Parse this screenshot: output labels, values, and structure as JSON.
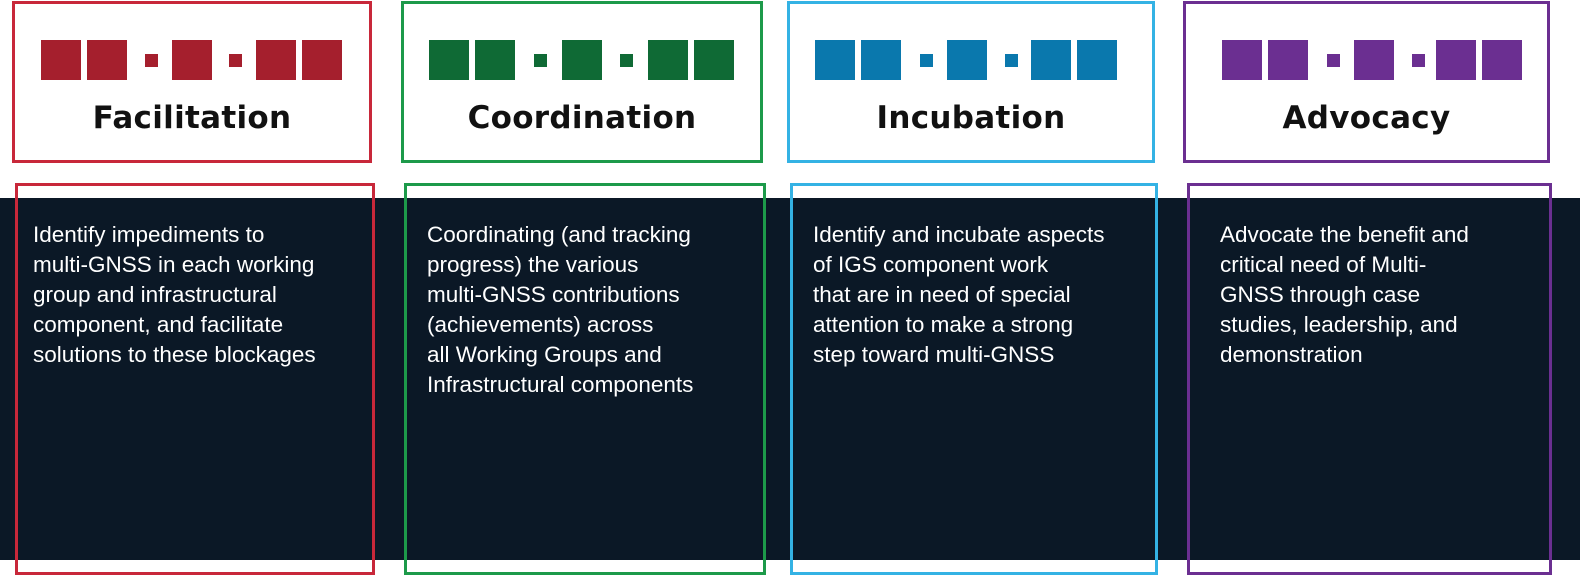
{
  "pillars": [
    {
      "title": "Facilitation",
      "color": "#a51f2d",
      "description": "Identify impediments to\nmulti-GNSS in each working\ngroup and infrastructural\ncomponent, and facilitate\nsolutions to these blockages"
    },
    {
      "title": "Coordination",
      "color": "#0f6a35",
      "frame_color": "#1d9a4a",
      "description": "Coordinating (and tracking\nprogress) the various\nmulti-GNSS contributions\n(achievements) across\nall Working Groups and\nInfrastructural components"
    },
    {
      "title": "Incubation",
      "color": "#0a78ad",
      "frame_color": "#34b2e4",
      "description": "Identify and incubate aspects\nof IGS component work\nthat are in need of special\nattention to make a strong\nstep toward multi-GNSS"
    },
    {
      "title": "Advocacy",
      "color": "#6b2f91",
      "frame_color": "#6b2f91",
      "description": "Advocate the benefit and\ncritical need of Multi-\nGNSS through case\nstudies, leadership, and\ndemonstration"
    }
  ]
}
